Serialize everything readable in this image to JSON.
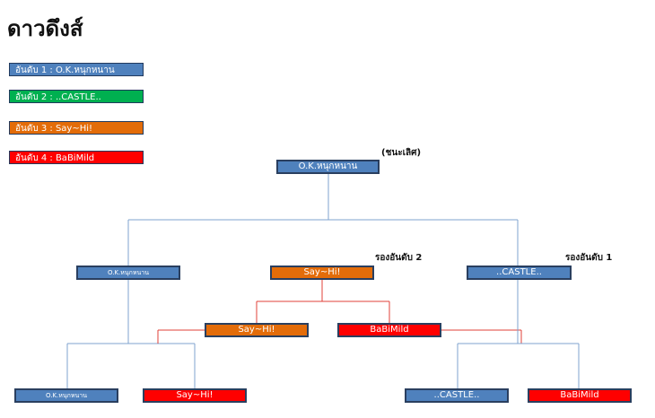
{
  "title": "ดาวดึงส์",
  "colors": {
    "blue": "#4f81bd",
    "green": "#00b050",
    "orange": "#e36c09",
    "red": "#ff0000",
    "blue_line": "#7fa3cf",
    "red_line": "#e0413a"
  },
  "legend": [
    {
      "text": "อันดับ 1 : O.K.หนุกหนาน",
      "color": "blue"
    },
    {
      "text": "อันดับ 2 : ..CASTLE..",
      "color": "green"
    },
    {
      "text": "อันดับ 3 : Say~Hi!",
      "color": "orange"
    },
    {
      "text": "อันดับ 4 : BaBiMild",
      "color": "red"
    }
  ],
  "annotations": {
    "winner": "(ชนะเลิศ)",
    "runner_up_2": "รองอันดับ 2",
    "runner_up_1": "รองอันดับ 1"
  },
  "bracket": {
    "champion": {
      "text": "O.K.หนุกหนาน",
      "color": "blue"
    },
    "semi_left": {
      "text": "O.K.หนุกหนาน",
      "color": "blue"
    },
    "semi_mid": {
      "text": "Say~Hi!",
      "color": "orange"
    },
    "semi_right": {
      "text": "..CASTLE..",
      "color": "blue"
    },
    "mid_left": {
      "text": "Say~Hi!",
      "color": "orange"
    },
    "mid_right": {
      "text": "BaBiMild",
      "color": "red"
    },
    "bottom_1": {
      "text": "O.K.หนุกหนาน",
      "color": "blue"
    },
    "bottom_2": {
      "text": "Say~Hi!",
      "color": "red"
    },
    "bottom_3": {
      "text": "..CASTLE..",
      "color": "blue"
    },
    "bottom_4": {
      "text": "BaBiMild",
      "color": "red"
    }
  }
}
